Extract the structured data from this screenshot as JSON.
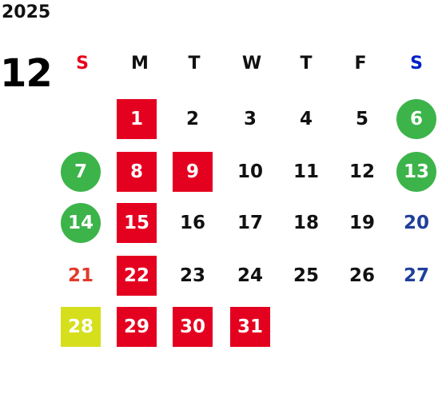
{
  "calendar": {
    "year": "2025",
    "month": "12",
    "weekdays": [
      "S",
      "M",
      "T",
      "W",
      "T",
      "F",
      "S"
    ],
    "weeks": [
      [
        null,
        {
          "d": "1",
          "s": "red"
        },
        {
          "d": "2"
        },
        {
          "d": "3"
        },
        {
          "d": "4"
        },
        {
          "d": "5"
        },
        {
          "d": "6",
          "s": "green"
        }
      ],
      [
        {
          "d": "7",
          "s": "green"
        },
        {
          "d": "8",
          "s": "red"
        },
        {
          "d": "9",
          "s": "red"
        },
        {
          "d": "10"
        },
        {
          "d": "11"
        },
        {
          "d": "12"
        },
        {
          "d": "13",
          "s": "green"
        }
      ],
      [
        {
          "d": "14",
          "s": "green"
        },
        {
          "d": "15",
          "s": "red"
        },
        {
          "d": "16"
        },
        {
          "d": "17"
        },
        {
          "d": "18"
        },
        {
          "d": "19"
        },
        {
          "d": "20",
          "s": "sat"
        }
      ],
      [
        {
          "d": "21",
          "s": "sun"
        },
        {
          "d": "22",
          "s": "red"
        },
        {
          "d": "23"
        },
        {
          "d": "24"
        },
        {
          "d": "25"
        },
        {
          "d": "26"
        },
        {
          "d": "27",
          "s": "sat"
        }
      ],
      [
        {
          "d": "28",
          "s": "yellow"
        },
        {
          "d": "29",
          "s": "red"
        },
        {
          "d": "30",
          "s": "red"
        },
        {
          "d": "31",
          "s": "red"
        },
        null,
        null,
        null
      ]
    ]
  },
  "colors": {
    "red_box": "#e4001f",
    "green_circle": "#3cb44a",
    "yellow_box": "#d6df1c",
    "sunday_header": "#e8001c",
    "saturday_header": "#0020c8",
    "sunday_text": "#e23a2a",
    "saturday_text": "#1e3f9a"
  }
}
